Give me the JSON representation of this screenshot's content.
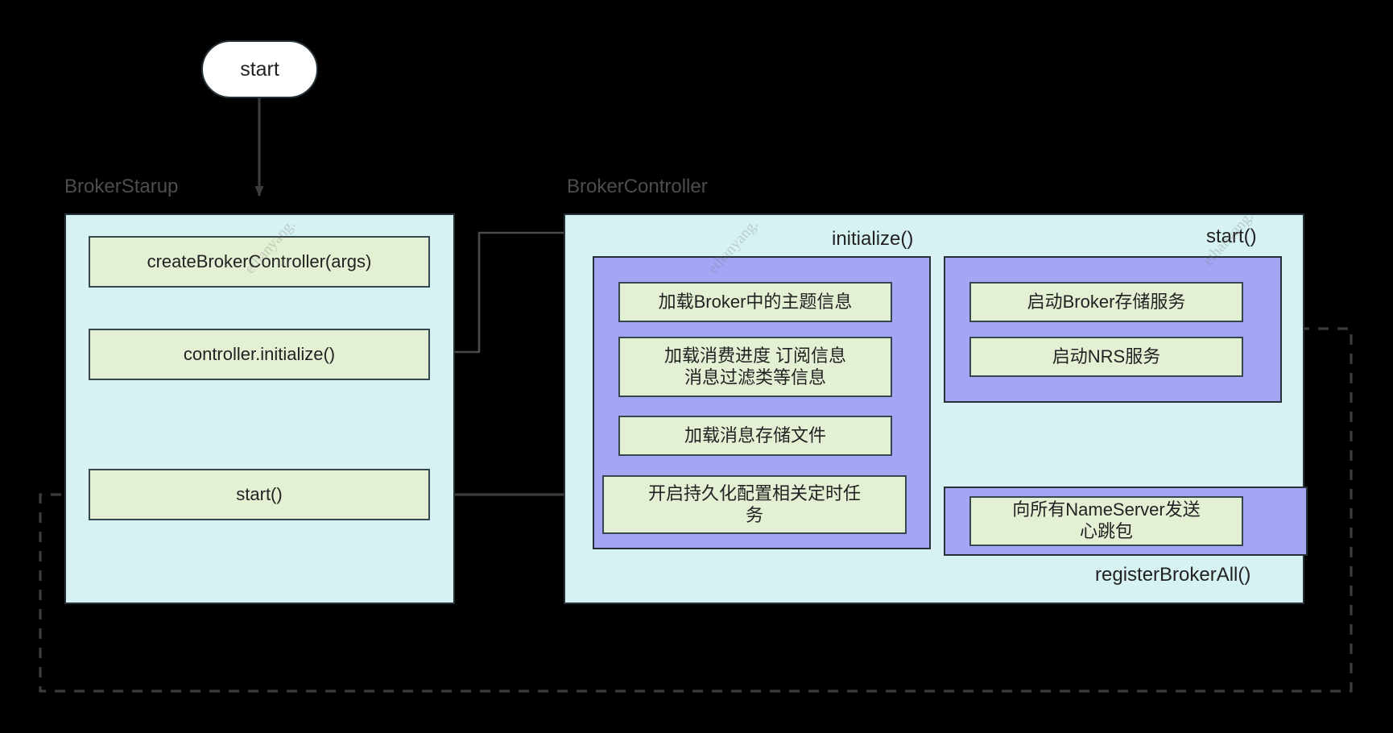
{
  "diagram": {
    "title_nodes": {
      "start_node": "start"
    },
    "groups": [
      {
        "name": "broker-startup",
        "label": "BrokerStarup"
      },
      {
        "name": "broker-controller",
        "label": "BrokerController"
      }
    ],
    "function_labels": {
      "initialize": "initialize()",
      "start": "start()",
      "register_broker_all": "registerBrokerAll()"
    },
    "startup_nodes": [
      {
        "name": "create-broker-controller",
        "label": "createBrokerController(args)"
      },
      {
        "name": "controller-initialize",
        "label": "controller.initialize()"
      },
      {
        "name": "startup-start",
        "label": "start()"
      }
    ],
    "initialize_nodes": [
      {
        "name": "load-broker-topic-info",
        "label": "加载Broker中的主题信息"
      },
      {
        "name": "load-consume-progress",
        "label": "加载消费进度 订阅信息\n消息过滤类等信息"
      },
      {
        "name": "load-message-store-file",
        "label": "加载消息存储文件"
      },
      {
        "name": "start-persist-config-task",
        "label": "开启持久化配置相关定时任\n务"
      }
    ],
    "start_nodes": [
      {
        "name": "start-broker-store-service",
        "label": "启动Broker存储服务"
      },
      {
        "name": "start-nrs-service",
        "label": "启动NRS服务"
      }
    ],
    "register_nodes": [
      {
        "name": "send-heartbeat-to-nameservers",
        "label": "向所有NameServer发送\n心跳包"
      }
    ],
    "watermark": "ethanyang.",
    "colors": {
      "panel_fill": "#d7f2f2",
      "subpanel_fill": "#a5a5f5",
      "node_fill": "#e3f0d4",
      "stroke": "#37474f",
      "group_label": "#4d4d4d",
      "background": "#000000"
    }
  }
}
